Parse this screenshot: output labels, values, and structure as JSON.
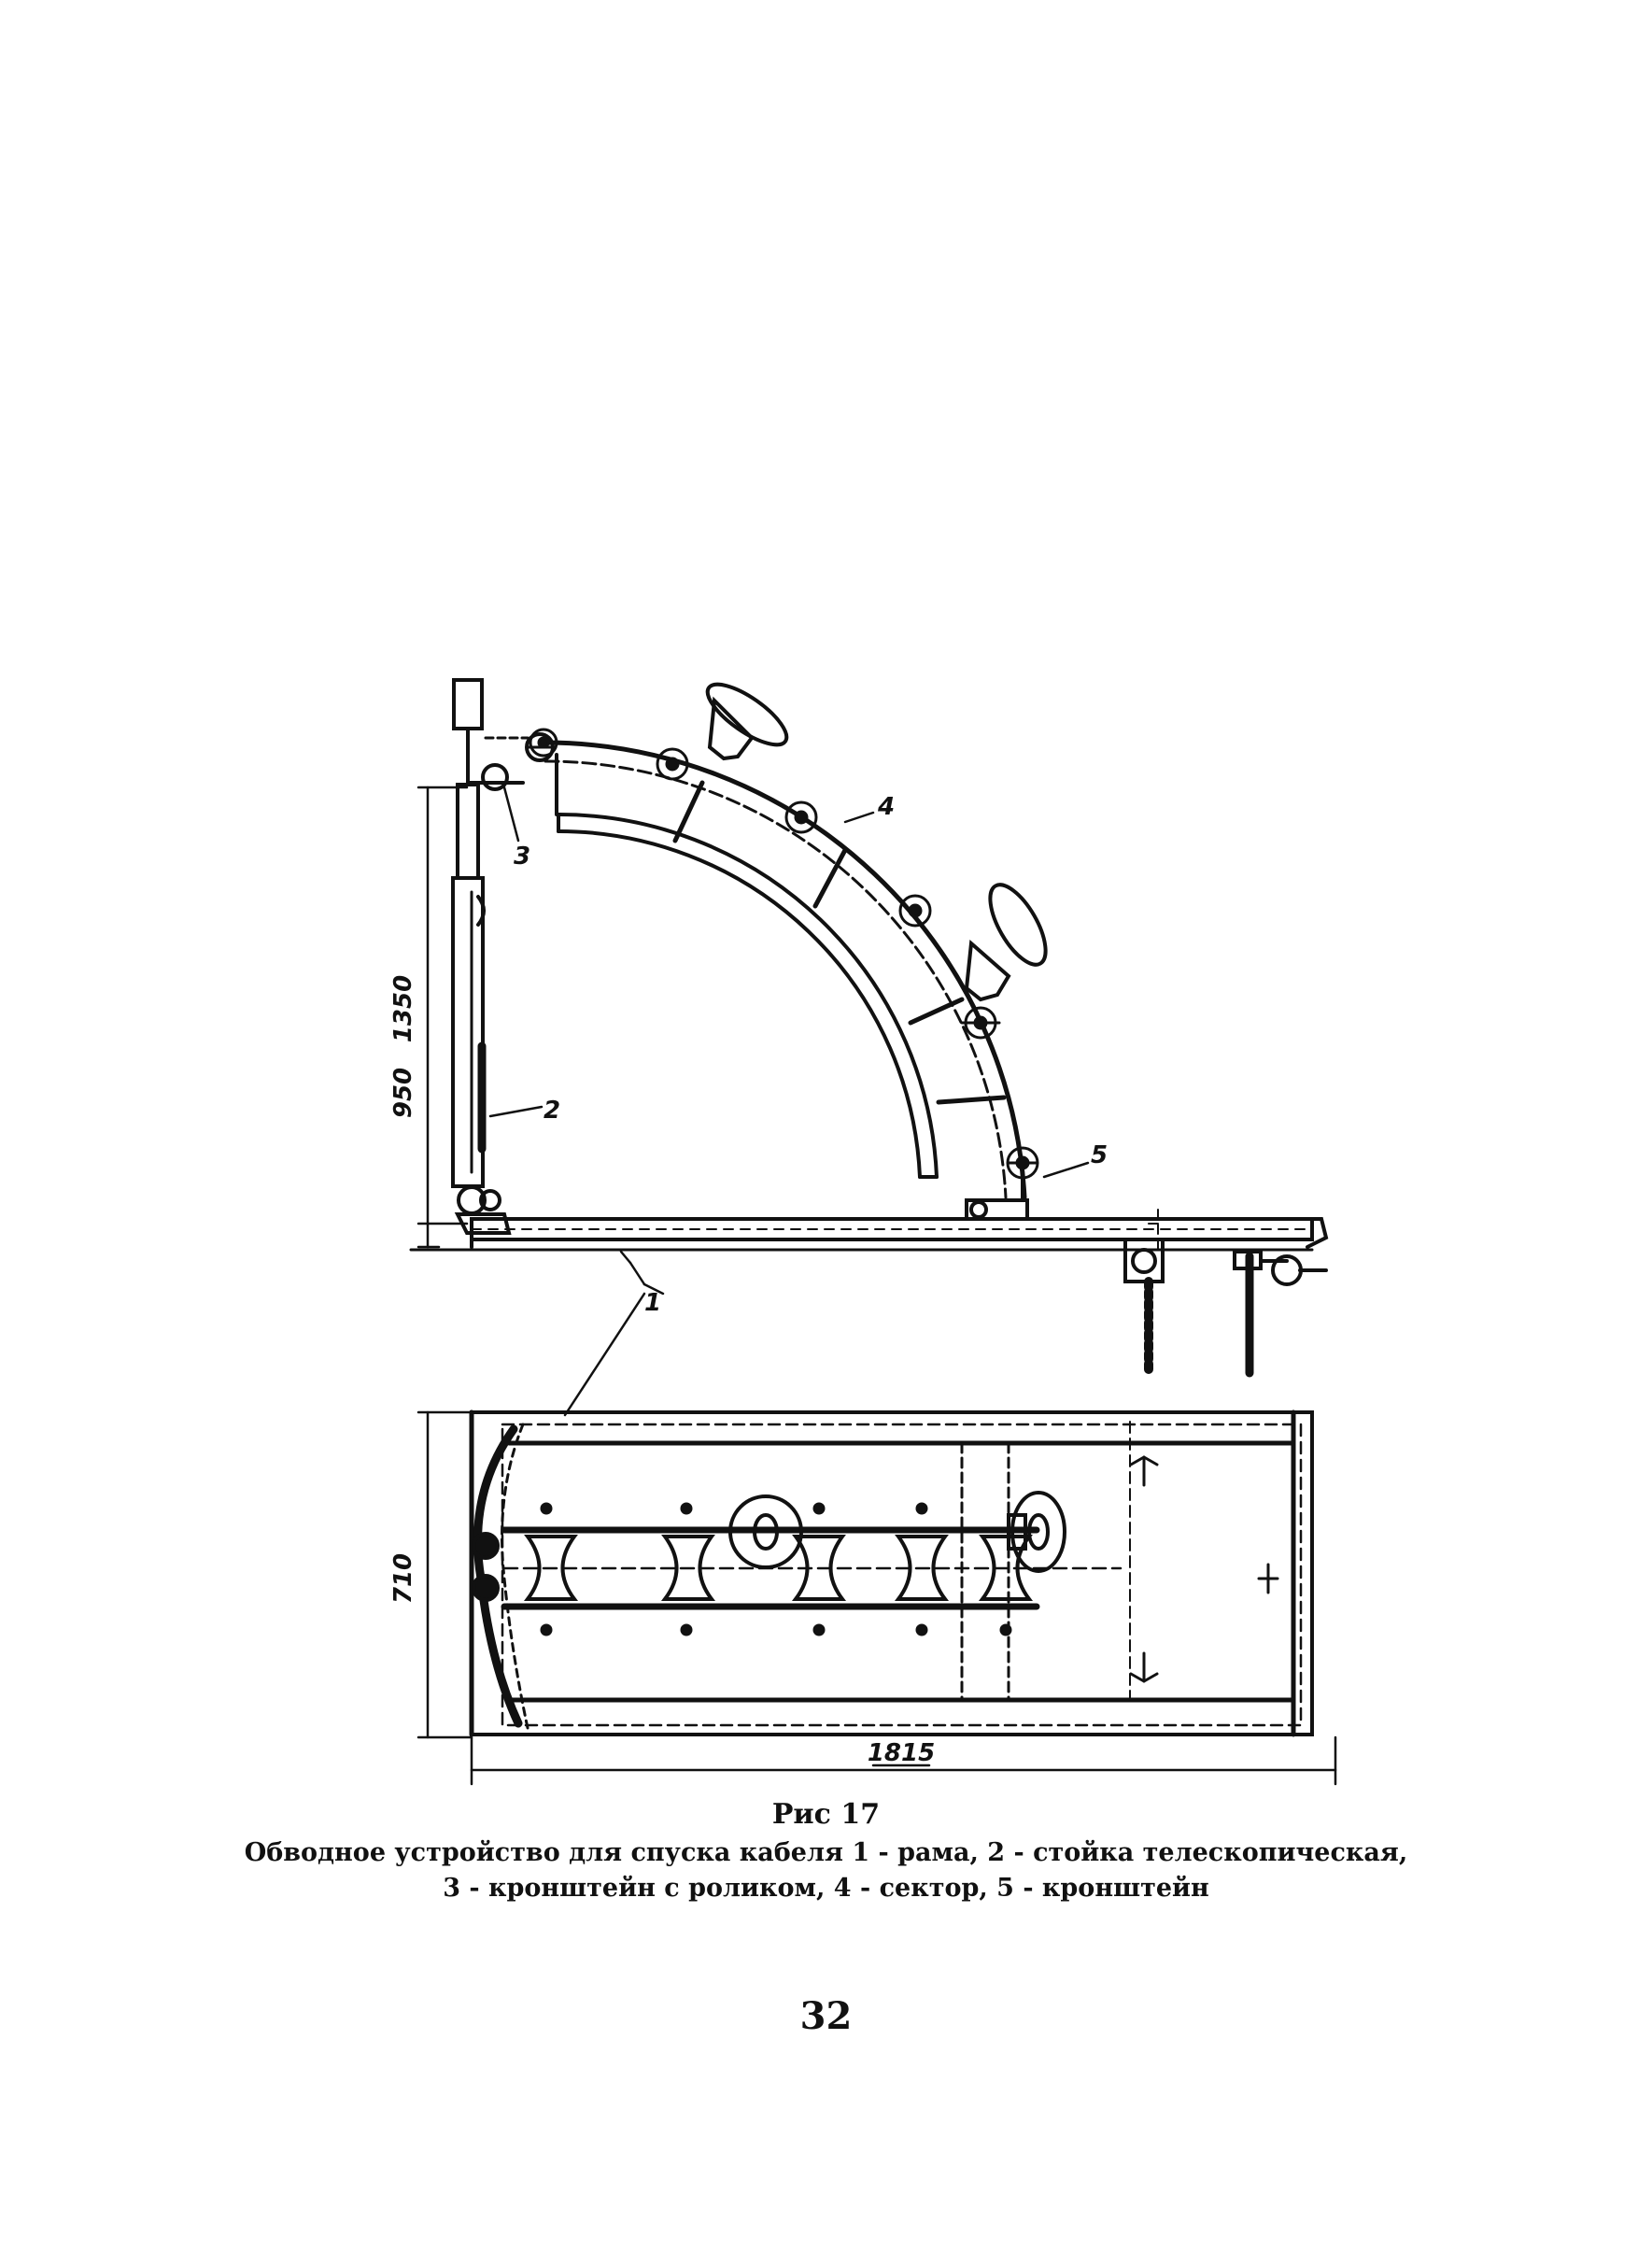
{
  "figure": {
    "dimensions": {
      "height_total": "1350",
      "height_lower": "950",
      "width_plan": "710",
      "length": "1815"
    },
    "callouts": [
      "1",
      "2",
      "3",
      "4",
      "5"
    ]
  },
  "caption": {
    "title": "Рис 17",
    "line1": "Обводное устройство для спуска кабеля 1 - рама, 2 - стойка телескопическая,",
    "line2": "3 - кронштейн с роликом, 4 - сектор, 5 - кронштейн"
  },
  "page_number": "32"
}
